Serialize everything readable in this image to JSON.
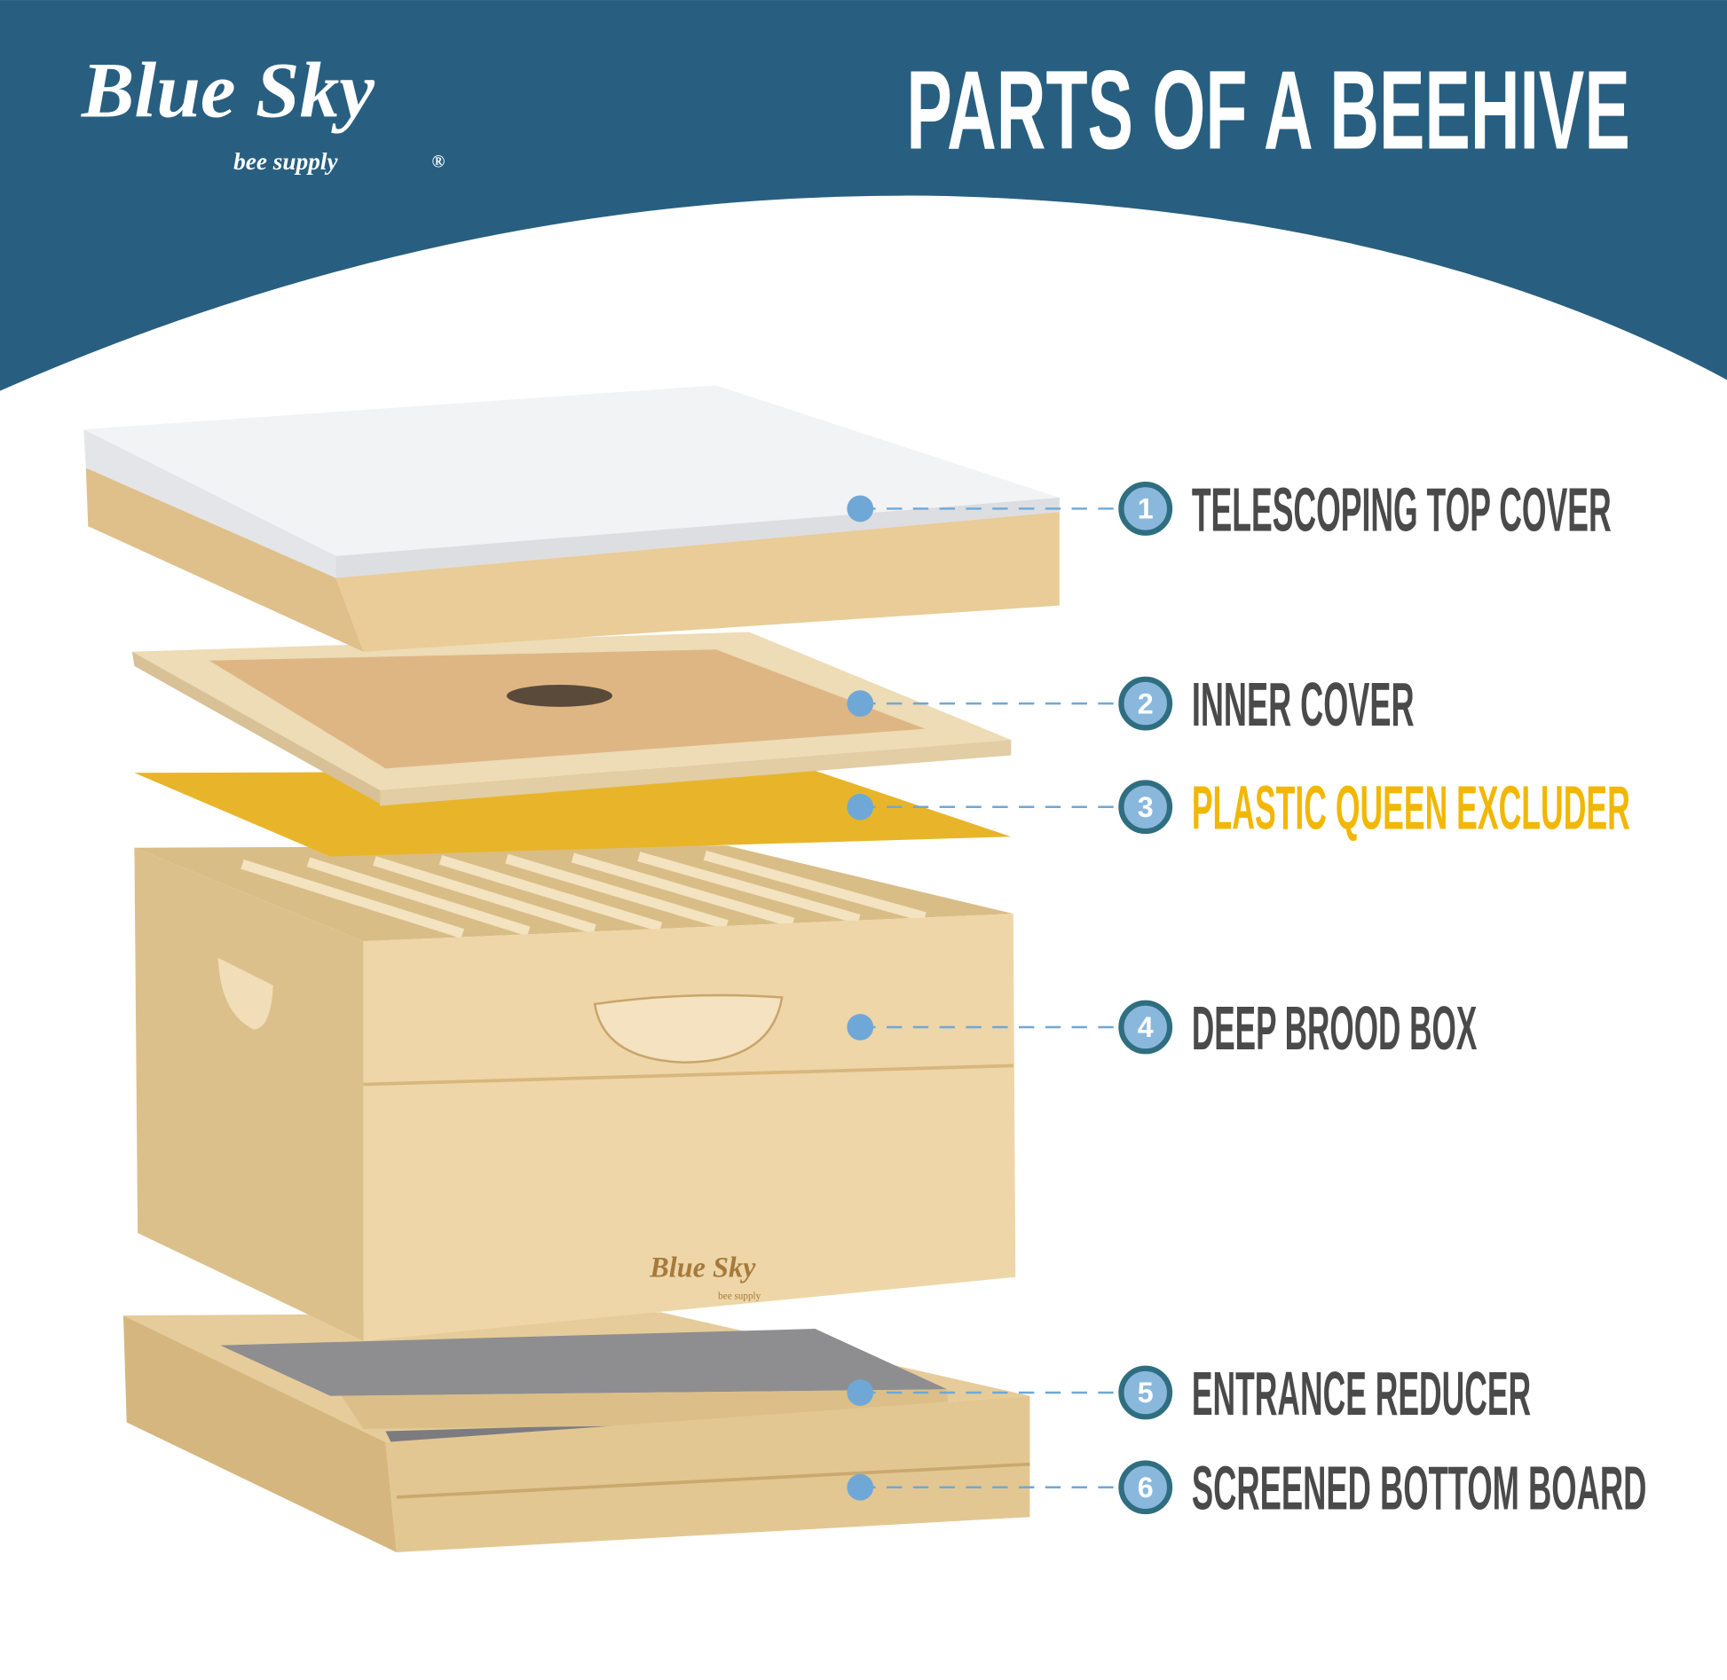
{
  "header": {
    "title": "PARTS OF A BEEHIVE",
    "logo_main": "Blue Sky",
    "logo_sub": "bee supply",
    "logo_mark": "®",
    "background_color": "#285f80"
  },
  "box_brand": {
    "main": "Blue Sky",
    "sub": "bee supply"
  },
  "parts": [
    {
      "number": "1",
      "label": "TELESCOPING TOP COVER",
      "color": "#4a4a4a"
    },
    {
      "number": "2",
      "label": "INNER COVER",
      "color": "#4a4a4a"
    },
    {
      "number": "3",
      "label": "PLASTIC QUEEN EXCLUDER",
      "color": "#f2b705"
    },
    {
      "number": "4",
      "label": "DEEP BROOD BOX",
      "color": "#4a4a4a"
    },
    {
      "number": "5",
      "label": "ENTRANCE REDUCER",
      "color": "#4a4a4a"
    },
    {
      "number": "6",
      "label": "SCREENED BOTTOM BOARD",
      "color": "#4a4a4a"
    }
  ],
  "colors": {
    "marker": "#6fa8d6",
    "badge_ring": "#2f6e80",
    "badge_fill": "#8ab8dc",
    "wood": "#e9cf9f"
  }
}
